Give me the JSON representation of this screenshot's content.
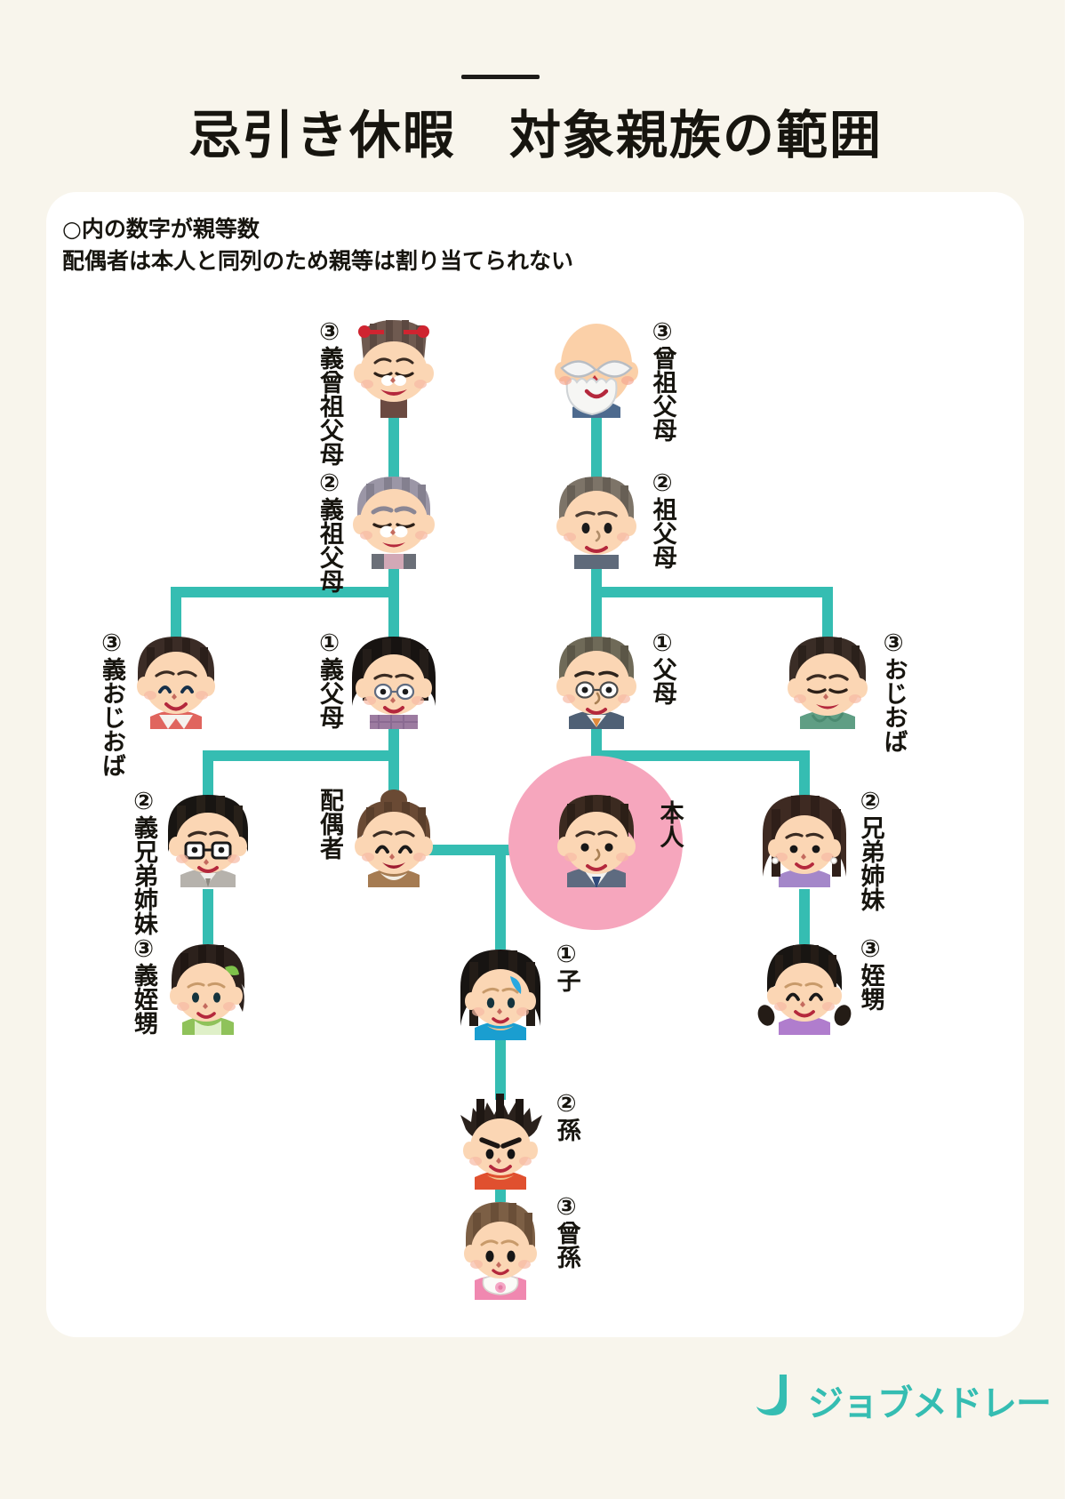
{
  "header": {
    "title": "忌引き休暇　対象親族の範囲",
    "rule": "divider-rule"
  },
  "notes": "○内の数字が親等数\n配偶者は本人と同列のため親等は割り当てられない",
  "legend": {
    "degree_note": "○内の数字が親等数",
    "spouse_note": "配偶者は本人と同列のため親等は割り当てられない"
  },
  "colors": {
    "page_background": "#f8f5ec",
    "card_background": "#ffffff",
    "connector": "#35bdb2",
    "highlight_circle": "#f6a6bd",
    "text": "#17150f",
    "logo": "#35bdb2"
  },
  "chart_data": {
    "type": "diagram",
    "title": "忌引き休暇　対象親族の範囲",
    "nodes": [
      {
        "id": "gi-sousofubo",
        "degree": "③",
        "label": "義曾祖父母",
        "full": "③義曾祖父母",
        "side": "in-law"
      },
      {
        "id": "sousofubo",
        "degree": "③",
        "label": "曾祖父母",
        "full": "③曾祖父母",
        "side": "blood"
      },
      {
        "id": "gi-sofubo",
        "degree": "②",
        "label": "義祖父母",
        "full": "②義祖父母",
        "side": "in-law"
      },
      {
        "id": "sofubo",
        "degree": "②",
        "label": "祖父母",
        "full": "②祖父母",
        "side": "blood"
      },
      {
        "id": "gi-ojioba",
        "degree": "③",
        "label": "義おじおば",
        "full": "③義おじおば",
        "side": "in-law"
      },
      {
        "id": "gi-fubo",
        "degree": "①",
        "label": "義父母",
        "full": "①義父母",
        "side": "in-law"
      },
      {
        "id": "fubo",
        "degree": "①",
        "label": "父母",
        "full": "①父母",
        "side": "blood"
      },
      {
        "id": "ojioba",
        "degree": "③",
        "label": "おじおば",
        "full": "③おじおば",
        "side": "blood"
      },
      {
        "id": "gi-kyoudai",
        "degree": "②",
        "label": "義兄弟姉妹",
        "full": "②義兄弟姉妹",
        "side": "in-law"
      },
      {
        "id": "haiguusha",
        "degree": "",
        "label": "配偶者",
        "full": "配偶者",
        "side": "spouse"
      },
      {
        "id": "honnin",
        "degree": "",
        "label": "本人",
        "full": "本人",
        "side": "self"
      },
      {
        "id": "kyoudai",
        "degree": "②",
        "label": "兄弟姉妹",
        "full": "②兄弟姉妹",
        "side": "blood"
      },
      {
        "id": "gi-meioi",
        "degree": "③",
        "label": "義姪甥",
        "full": "③義姪甥",
        "side": "in-law"
      },
      {
        "id": "ko",
        "degree": "①",
        "label": "子",
        "full": "①子",
        "side": "blood"
      },
      {
        "id": "meioi",
        "degree": "③",
        "label": "姪甥",
        "full": "③姪甥",
        "side": "blood"
      },
      {
        "id": "mago",
        "degree": "②",
        "label": "孫",
        "full": "②孫",
        "side": "blood"
      },
      {
        "id": "himago",
        "degree": "③",
        "label": "曾孫",
        "full": "③曾孫",
        "side": "blood"
      }
    ],
    "edges": [
      {
        "from": "gi-sousofubo",
        "to": "gi-sofubo"
      },
      {
        "from": "sousofubo",
        "to": "sofubo"
      },
      {
        "from": "gi-sofubo",
        "to": "gi-ojioba"
      },
      {
        "from": "gi-sofubo",
        "to": "gi-fubo"
      },
      {
        "from": "sofubo",
        "to": "fubo"
      },
      {
        "from": "sofubo",
        "to": "ojioba"
      },
      {
        "from": "gi-fubo",
        "to": "gi-kyoudai"
      },
      {
        "from": "gi-fubo",
        "to": "haiguusha"
      },
      {
        "from": "fubo",
        "to": "honnin"
      },
      {
        "from": "fubo",
        "to": "kyoudai"
      },
      {
        "from": "haiguusha",
        "to": "honnin"
      },
      {
        "from": "gi-kyoudai",
        "to": "gi-meioi"
      },
      {
        "from": "kyoudai",
        "to": "meioi"
      },
      {
        "from": "honnin",
        "to": "ko"
      },
      {
        "from": "ko",
        "to": "mago"
      },
      {
        "from": "mago",
        "to": "himago"
      }
    ]
  },
  "logo": {
    "text": "ジョブメドレー",
    "mark": "jobmedley-mark"
  }
}
